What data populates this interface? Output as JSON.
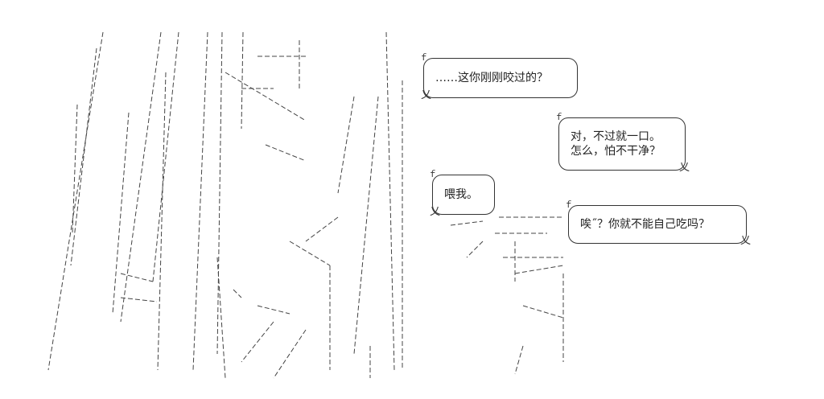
{
  "speech_bubbles": [
    {
      "lines": [
        "……这你刚刚咬过的？"
      ],
      "tail_side": "left"
    },
    {
      "lines": [
        "对，不过就一口。",
        "怎么，怕不干净？"
      ],
      "tail_side": "right"
    },
    {
      "lines": [
        "喂我。"
      ],
      "tail_side": "left"
    },
    {
      "lines": [
        "唉˝？你就不能自己吃吗？"
      ],
      "tail_side": "right"
    }
  ]
}
